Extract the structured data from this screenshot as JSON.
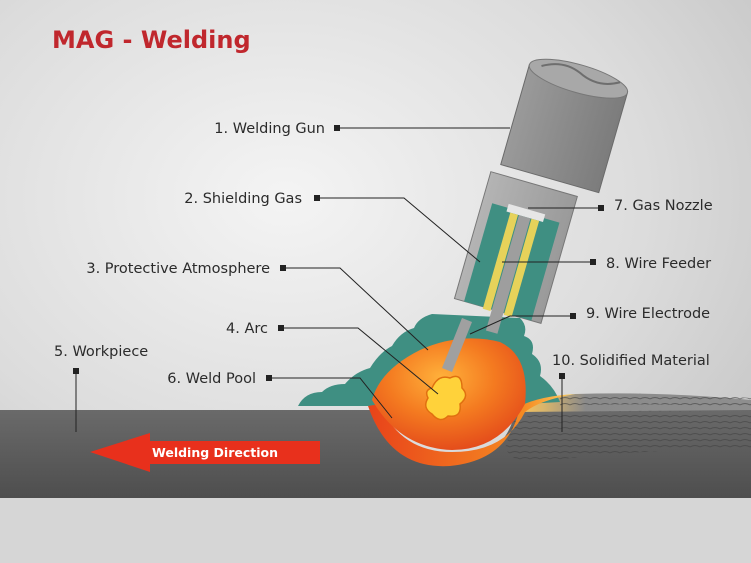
{
  "title": "MAG - Welding",
  "labels": {
    "welding_gun": "1. Welding Gun",
    "shielding_gas": "2. Shielding Gas",
    "protective_atmosphere": "3. Protective Atmosphere",
    "arc": "4. Arc",
    "workpiece": "5. Workpiece",
    "weld_pool": "6. Weld Pool",
    "gas_nozzle": "7. Gas Nozzle",
    "wire_feeder": "8. Wire Feeder",
    "wire_electrode": "9. Wire Electrode",
    "solidified_material": "10. Solidified Material"
  },
  "direction_label": "Welding Direction",
  "colors": {
    "title": "#c0272d",
    "background_light": "#ececec",
    "background_dark": "#c8c8c8",
    "workpiece": "#5d5d5d",
    "gas": "#3f8f82",
    "gun": "#8a8a8a",
    "weld_pool": "#f26b1d",
    "arrow": "#e8301c",
    "wire": "#e6d25a"
  }
}
